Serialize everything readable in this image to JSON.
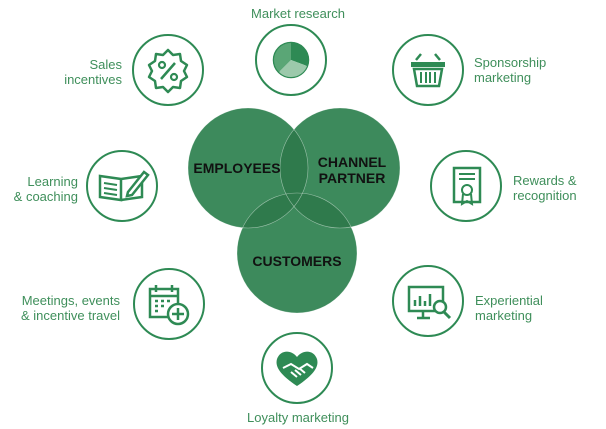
{
  "colors": {
    "circle_fill": "#3d8a5c",
    "overlap_fill": "#2f7a4c",
    "outline": "#2e8a54",
    "label_text": "#3f8f5b",
    "venn_text": "#111111"
  },
  "venn": {
    "employees": "EMPLOYEES",
    "channel_partner": "CHANNEL\nPARTNER",
    "customers": "CUSTOMERS"
  },
  "items": {
    "market_research": {
      "label": "Market research",
      "icon": "pie-chart-icon"
    },
    "sponsorship": {
      "label": "Sponsorship\nmarketing",
      "icon": "basket-icon"
    },
    "rewards": {
      "label": "Rewards &\nrecognition",
      "icon": "certificate-icon"
    },
    "experiential": {
      "label": "Experiential\nmarketing",
      "icon": "monitor-search-icon"
    },
    "loyalty": {
      "label": "Loyalty marketing",
      "icon": "handshake-heart-icon"
    },
    "meetings": {
      "label": "Meetings, events\n& incentive travel",
      "icon": "calendar-plus-icon"
    },
    "learning": {
      "label": "Learning\n& coaching",
      "icon": "book-pen-icon"
    },
    "sales": {
      "label": "Sales\nincentives",
      "icon": "percent-badge-icon"
    }
  }
}
